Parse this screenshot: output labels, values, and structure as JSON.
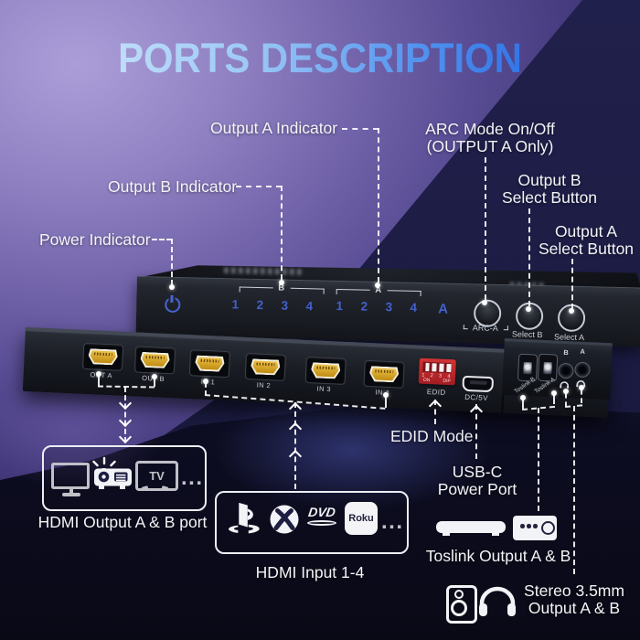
{
  "title": "PORTS DESCRIPTION",
  "colors": {
    "title_gradient_start": "#c3e0fa",
    "title_gradient_end": "#2b6fe4",
    "device_blue": "#4361cc",
    "dip_red": "#c1272d",
    "hdmi_gold": "#d29b20",
    "callout_white": "#f4f4f7"
  },
  "callouts": {
    "output_a_indicator": "Output A Indicator",
    "output_b_indicator": "Output B Indicator",
    "power_indicator": "Power Indicator",
    "arc_mode_line1": "ARC Mode On/Off",
    "arc_mode_line2": "(OUTPUT A Only)",
    "output_b_select_line1": "Output B",
    "output_b_select_line2": "Select Button",
    "output_a_select_line1": "Output A",
    "output_a_select_line2": "Select Button",
    "edid_mode": "EDID Mode",
    "usbc_line1": "USB-C",
    "usbc_line2": "Power Port",
    "toslink_output": "Toslink Output A & B",
    "stereo_line1": "Stereo 3.5mm",
    "stereo_line2": "Output A & B",
    "hdmi_output": "HDMI Output A & B port",
    "hdmi_input": "HDMI Input 1-4"
  },
  "front_panel": {
    "group_b_label": "B",
    "group_a_label": "A",
    "channels": [
      "1",
      "2",
      "3",
      "4"
    ],
    "arc_zone_label": "A",
    "arc_button_label": "ARC-A",
    "select_b_label": "Select B",
    "select_a_label": "Select A"
  },
  "rear_panel": {
    "ports": [
      "OUT A",
      "OUT B",
      "IN 1",
      "IN 2",
      "IN 3",
      "IN 4"
    ],
    "dip_numbers": "1 2 3 4",
    "dip_on": "ON",
    "dip_label": "DIP",
    "edid_label": "EDID",
    "power_label": "DC/5V",
    "toslink_b": "Toslink B",
    "toslink_a": "Toslink A",
    "jack_b": "B",
    "jack_a": "A"
  },
  "icons": {
    "tv_text": "TV",
    "dvd_text": "DVD",
    "roku_text": "Roku",
    "ellipsis": "..."
  }
}
